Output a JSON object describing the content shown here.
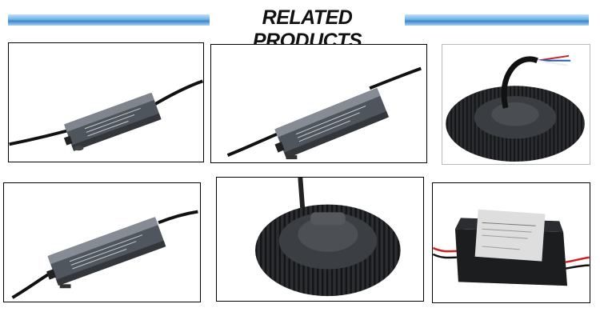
{
  "header": {
    "title": "RELATED PRODUCTS"
  },
  "products": [
    {
      "name": "product-1",
      "type": "aluminum-rectangular-driver"
    },
    {
      "name": "product-2",
      "type": "aluminum-rectangular-driver"
    },
    {
      "name": "product-3",
      "type": "round-finned-driver"
    },
    {
      "name": "product-4",
      "type": "aluminum-rectangular-driver"
    },
    {
      "name": "product-5",
      "type": "round-finned-driver"
    },
    {
      "name": "product-6",
      "type": "black-box-driver"
    }
  ],
  "colors": {
    "accent": "#3d86c8",
    "housing": "#5a6068",
    "dark": "#1e1f22"
  }
}
